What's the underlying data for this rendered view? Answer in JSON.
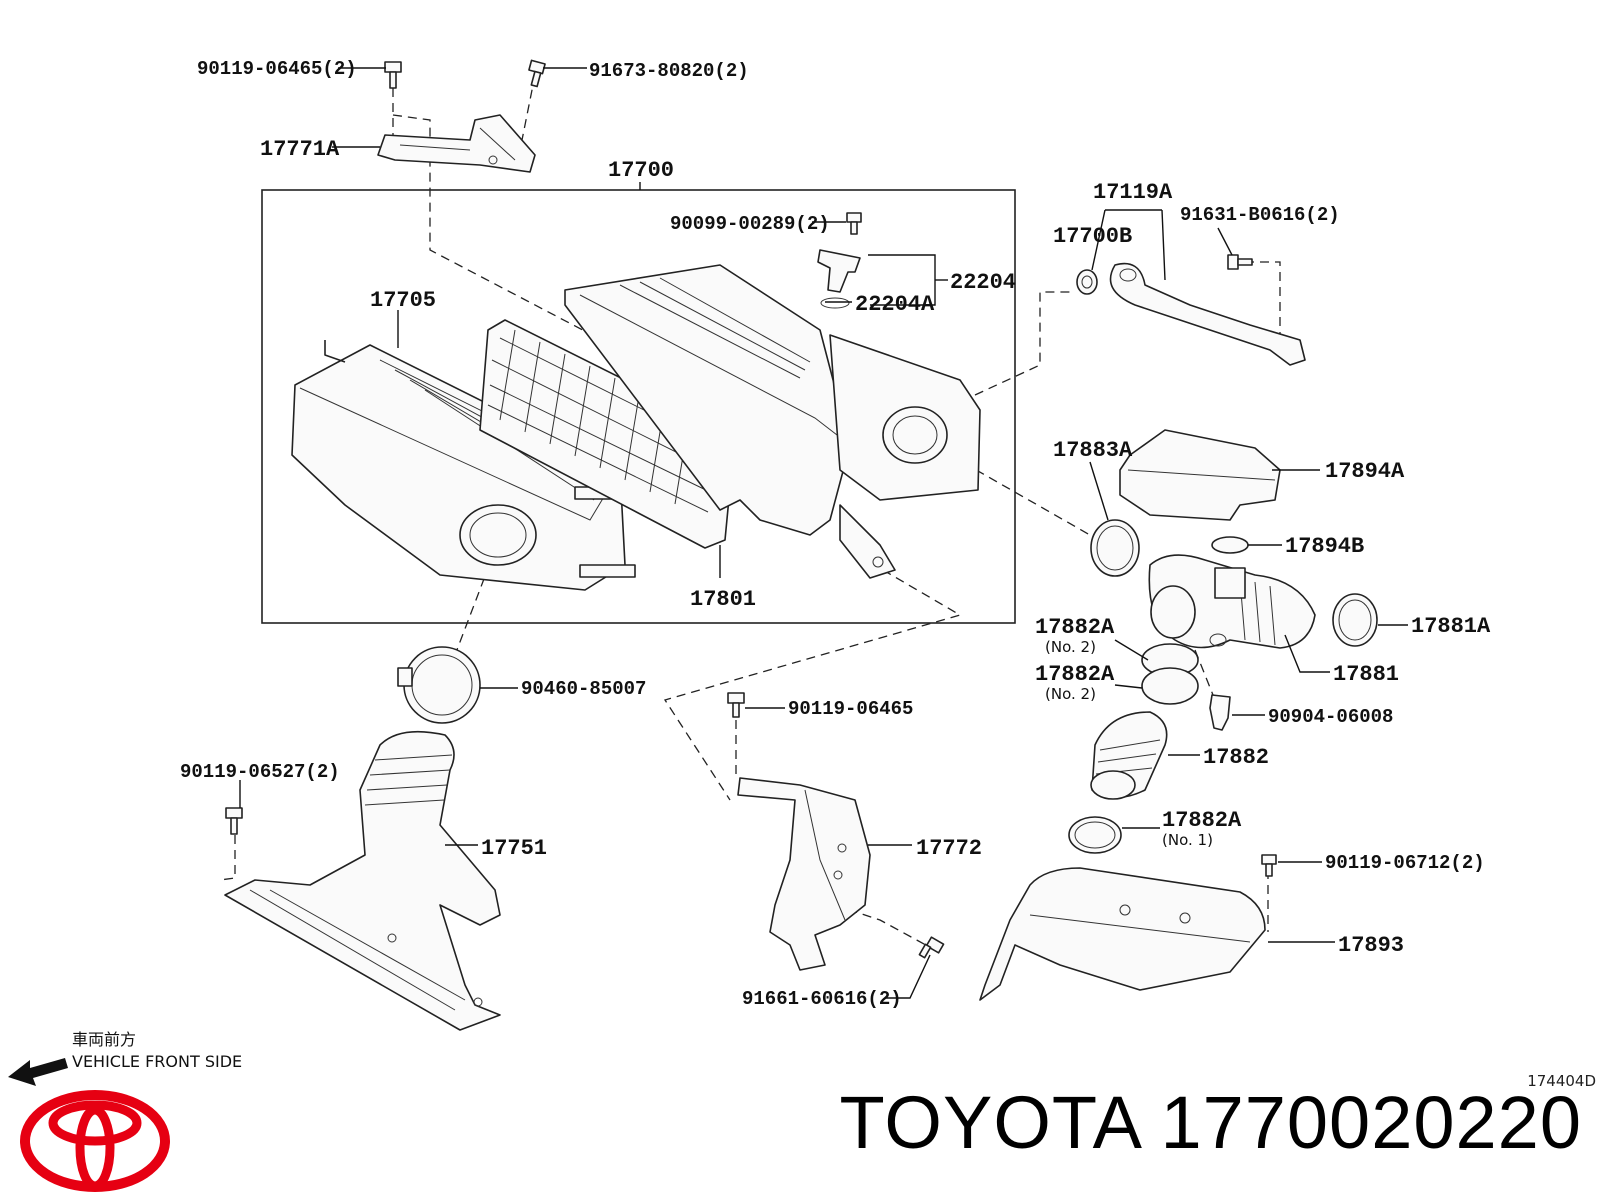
{
  "diagram_code": "174404D",
  "brand": "TOYOTA",
  "part_number": "1770020220",
  "direction": {
    "jp": "車両前方",
    "en": "VEHICLE FRONT SIDE"
  },
  "labels": {
    "l_90119_06465_2": "90119-06465(2)",
    "l_91673_80820_2": "91673-80820(2)",
    "l_17771A": "17771A",
    "l_17700": "17700",
    "l_90099_00289_2": "90099-00289(2)",
    "l_22204": "22204",
    "l_22204A": "22204A",
    "l_17705": "17705",
    "l_17801": "17801",
    "l_17119A": "17119A",
    "l_17700B": "17700B",
    "l_91631_B0616_2": "91631-B0616(2)",
    "l_17883A": "17883A",
    "l_17894A": "17894A",
    "l_17894B": "17894B",
    "l_17881A": "17881A",
    "l_17881": "17881",
    "l_17882A_1": "17882A",
    "l_no2_a": "(No. 2)",
    "l_17882A_2": "17882A",
    "l_no2_b": "(No. 2)",
    "l_90904_06008": "90904-06008",
    "l_17882": "17882",
    "l_17882A_3": "17882A",
    "l_no1": "(No. 1)",
    "l_90460_85007": "90460-85007",
    "l_90119_06465": "90119-06465",
    "l_90119_06527_2": "90119-06527(2)",
    "l_17751": "17751",
    "l_17772": "17772",
    "l_90119_06712_2": "90119-06712(2)",
    "l_17893": "17893",
    "l_91661_60616_2": "91661-60616(2)"
  },
  "colors": {
    "logo_red": "#e60012",
    "ink": "#111111"
  },
  "icons": [
    "bolt-icon",
    "arrow-left-icon",
    "toyota-logo"
  ]
}
